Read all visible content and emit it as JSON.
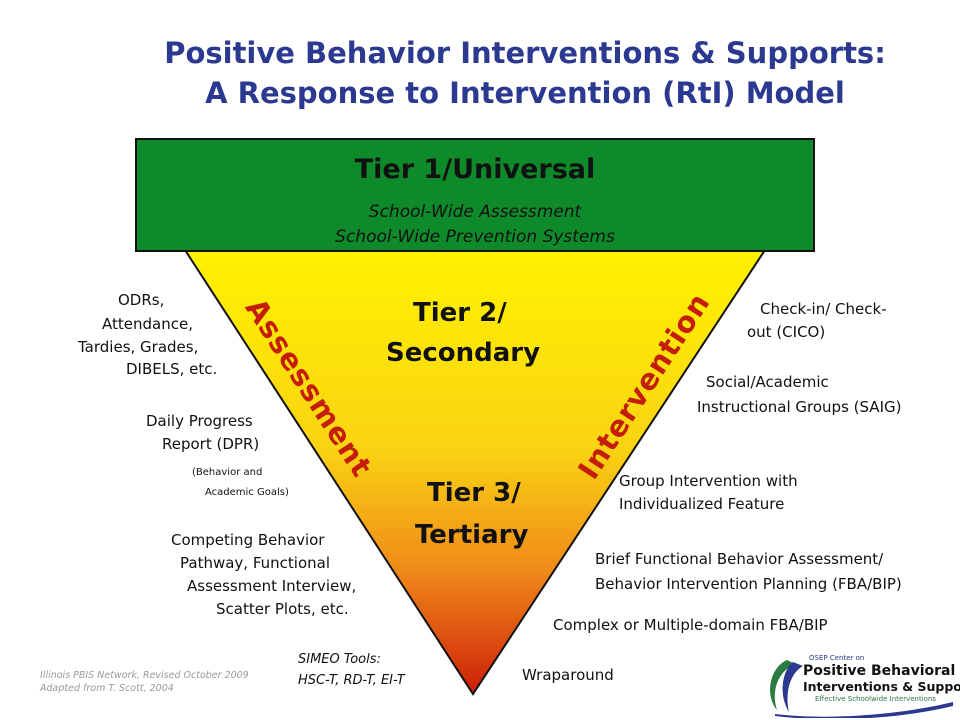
{
  "title": {
    "line1": "Positive Behavior Interventions & Supports:",
    "line2": "A Response to Intervention (RtI) Model"
  },
  "tier1": {
    "title": "Tier 1/Universal",
    "line1": "School-Wide Assessment",
    "line2": "School-Wide Prevention Systems",
    "color": "#0f8a2a"
  },
  "tier2": {
    "line1": "Tier 2/",
    "line2": "Secondary"
  },
  "tier3": {
    "line1": "Tier 3/",
    "line2": "Tertiary"
  },
  "side_labels": {
    "left": "Assessment",
    "right": "Intervention"
  },
  "assessment_items": {
    "odrs": [
      "ODRs,",
      "Attendance,",
      "Tardies, Grades,",
      "DIBELS, etc."
    ],
    "dpr": [
      "Daily Progress",
      "Report (DPR)"
    ],
    "dpr_note": [
      "(Behavior and",
      "Academic Goals)"
    ],
    "competing": [
      "Competing Behavior",
      "Pathway, Functional",
      "Assessment Interview,",
      "Scatter Plots, etc."
    ],
    "simeo": [
      "SIMEO Tools:",
      "HSC-T, RD-T, EI-T"
    ]
  },
  "intervention_items": {
    "cico": [
      "Check-in/ Check-",
      "out (CICO)"
    ],
    "saig": [
      "Social/Academic",
      "Instructional Groups (SAIG)"
    ],
    "group": [
      "Group Intervention with",
      "Individualized Feature"
    ],
    "fba": [
      "Brief Functional Behavior Assessment/",
      "Behavior Intervention Planning (FBA/BIP)"
    ],
    "complex": "Complex or Multiple-domain FBA/BIP",
    "wrap": "Wraparound"
  },
  "credit": [
    "Illinois PBIS Network, Revised October 2009",
    "Adapted from T. Scott, 2004"
  ],
  "logo": {
    "top": "OSEP Center on",
    "main1": "Positive Behavioral",
    "main2": "Interventions & Supports",
    "tagline": "Effective Schoolwide Interventions"
  },
  "colors": {
    "title": "#2b3990",
    "accent_red": "#c41e0a",
    "gradient_top": "#fff200",
    "gradient_mid": "#f7a21b",
    "gradient_bottom": "#cc1f08"
  }
}
